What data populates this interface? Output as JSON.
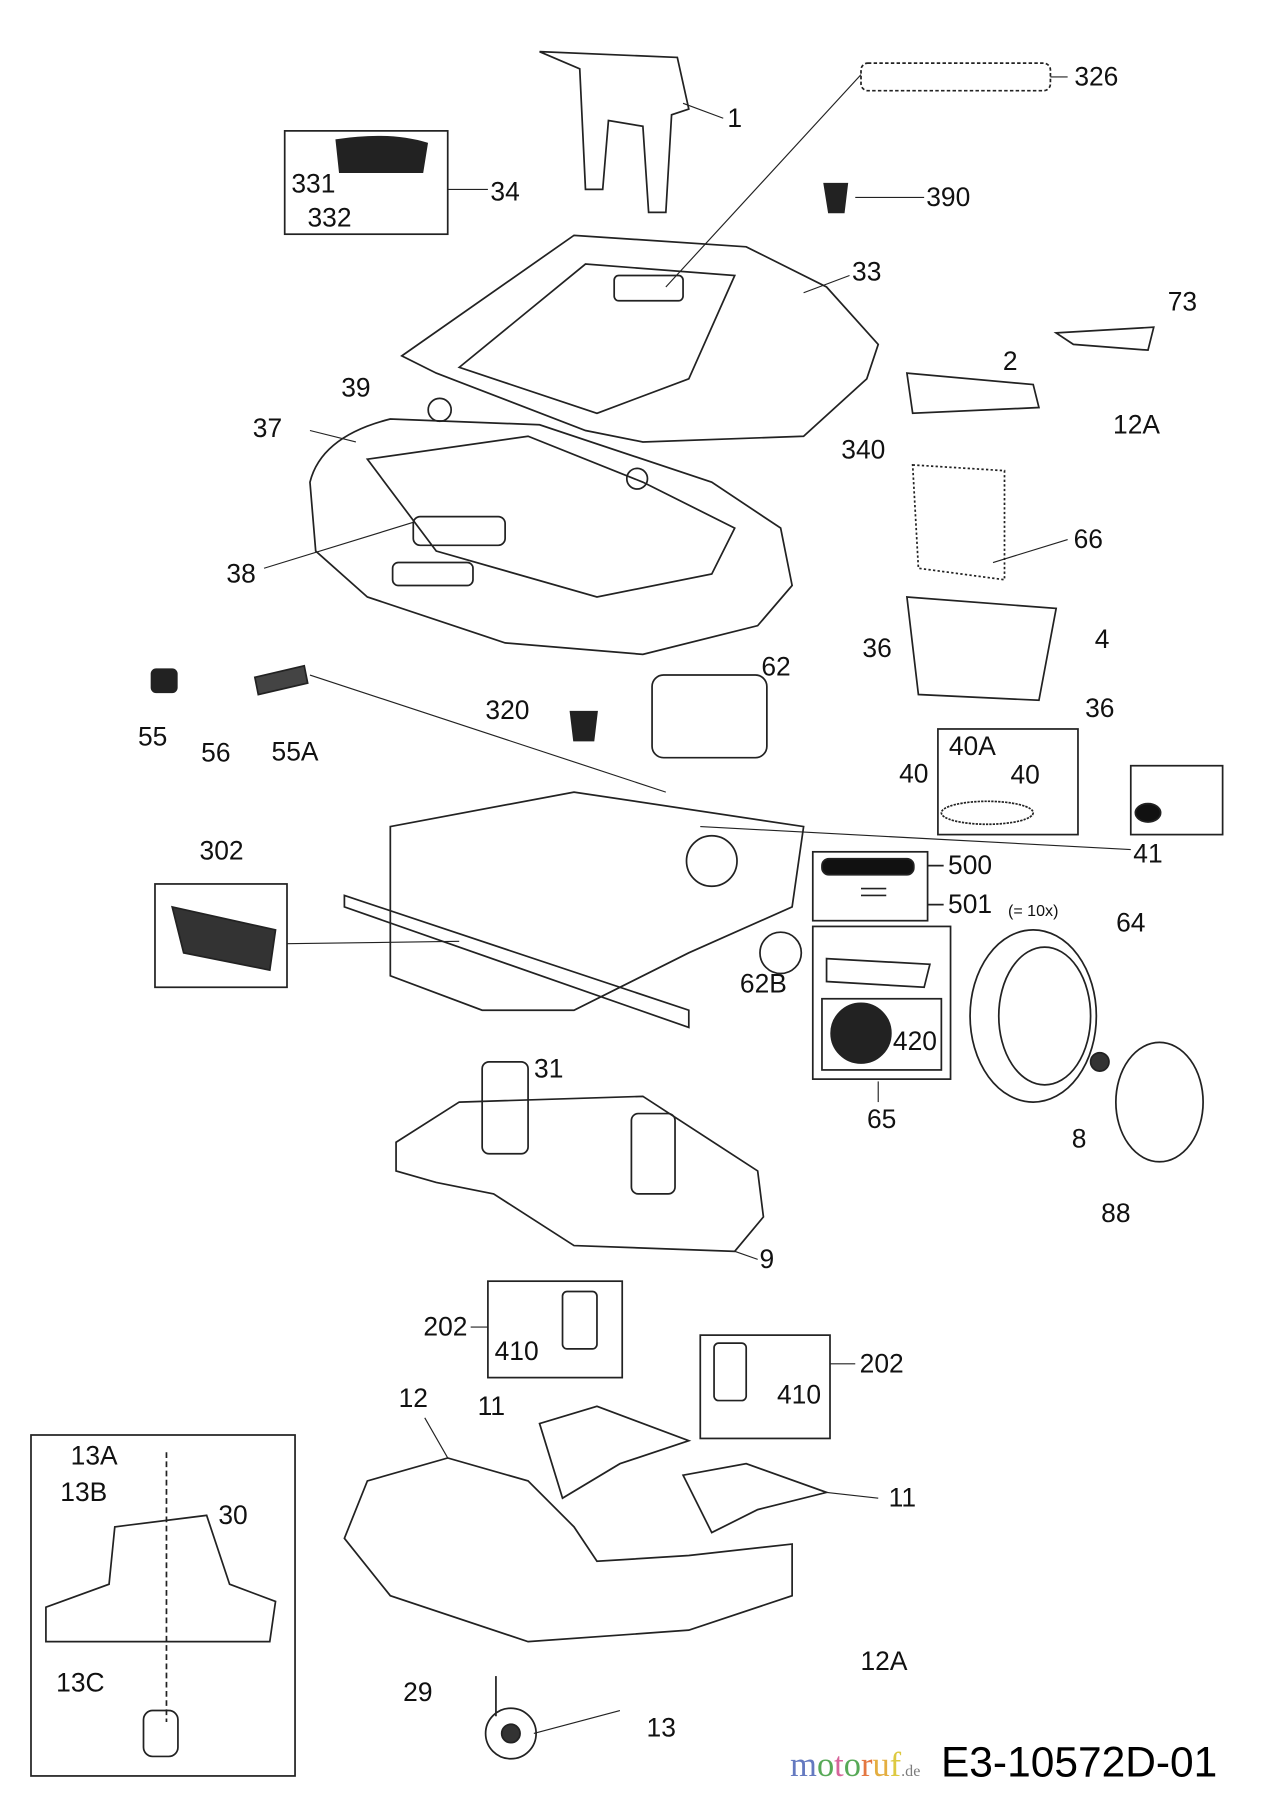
{
  "diagram": {
    "labels": [
      "326",
      "1",
      "331",
      "34",
      "332",
      "390",
      "33",
      "73",
      "2",
      "39",
      "37",
      "12A",
      "340",
      "66",
      "38",
      "36",
      "4",
      "62",
      "36",
      "55",
      "56",
      "55A",
      "320",
      "40A",
      "40",
      "40",
      "302",
      "41",
      "500",
      "501",
      "64",
      "62B",
      "420",
      "31",
      "8",
      "65",
      "88",
      "9",
      "202",
      "410",
      "202",
      "410",
      "12",
      "11",
      "13A",
      "30",
      "13B",
      "11",
      "12A",
      "13C",
      "29",
      "13"
    ],
    "note_501": "(= 10x)",
    "drawing_number": "E3-10572D-01",
    "watermark": "motoruf.de"
  }
}
